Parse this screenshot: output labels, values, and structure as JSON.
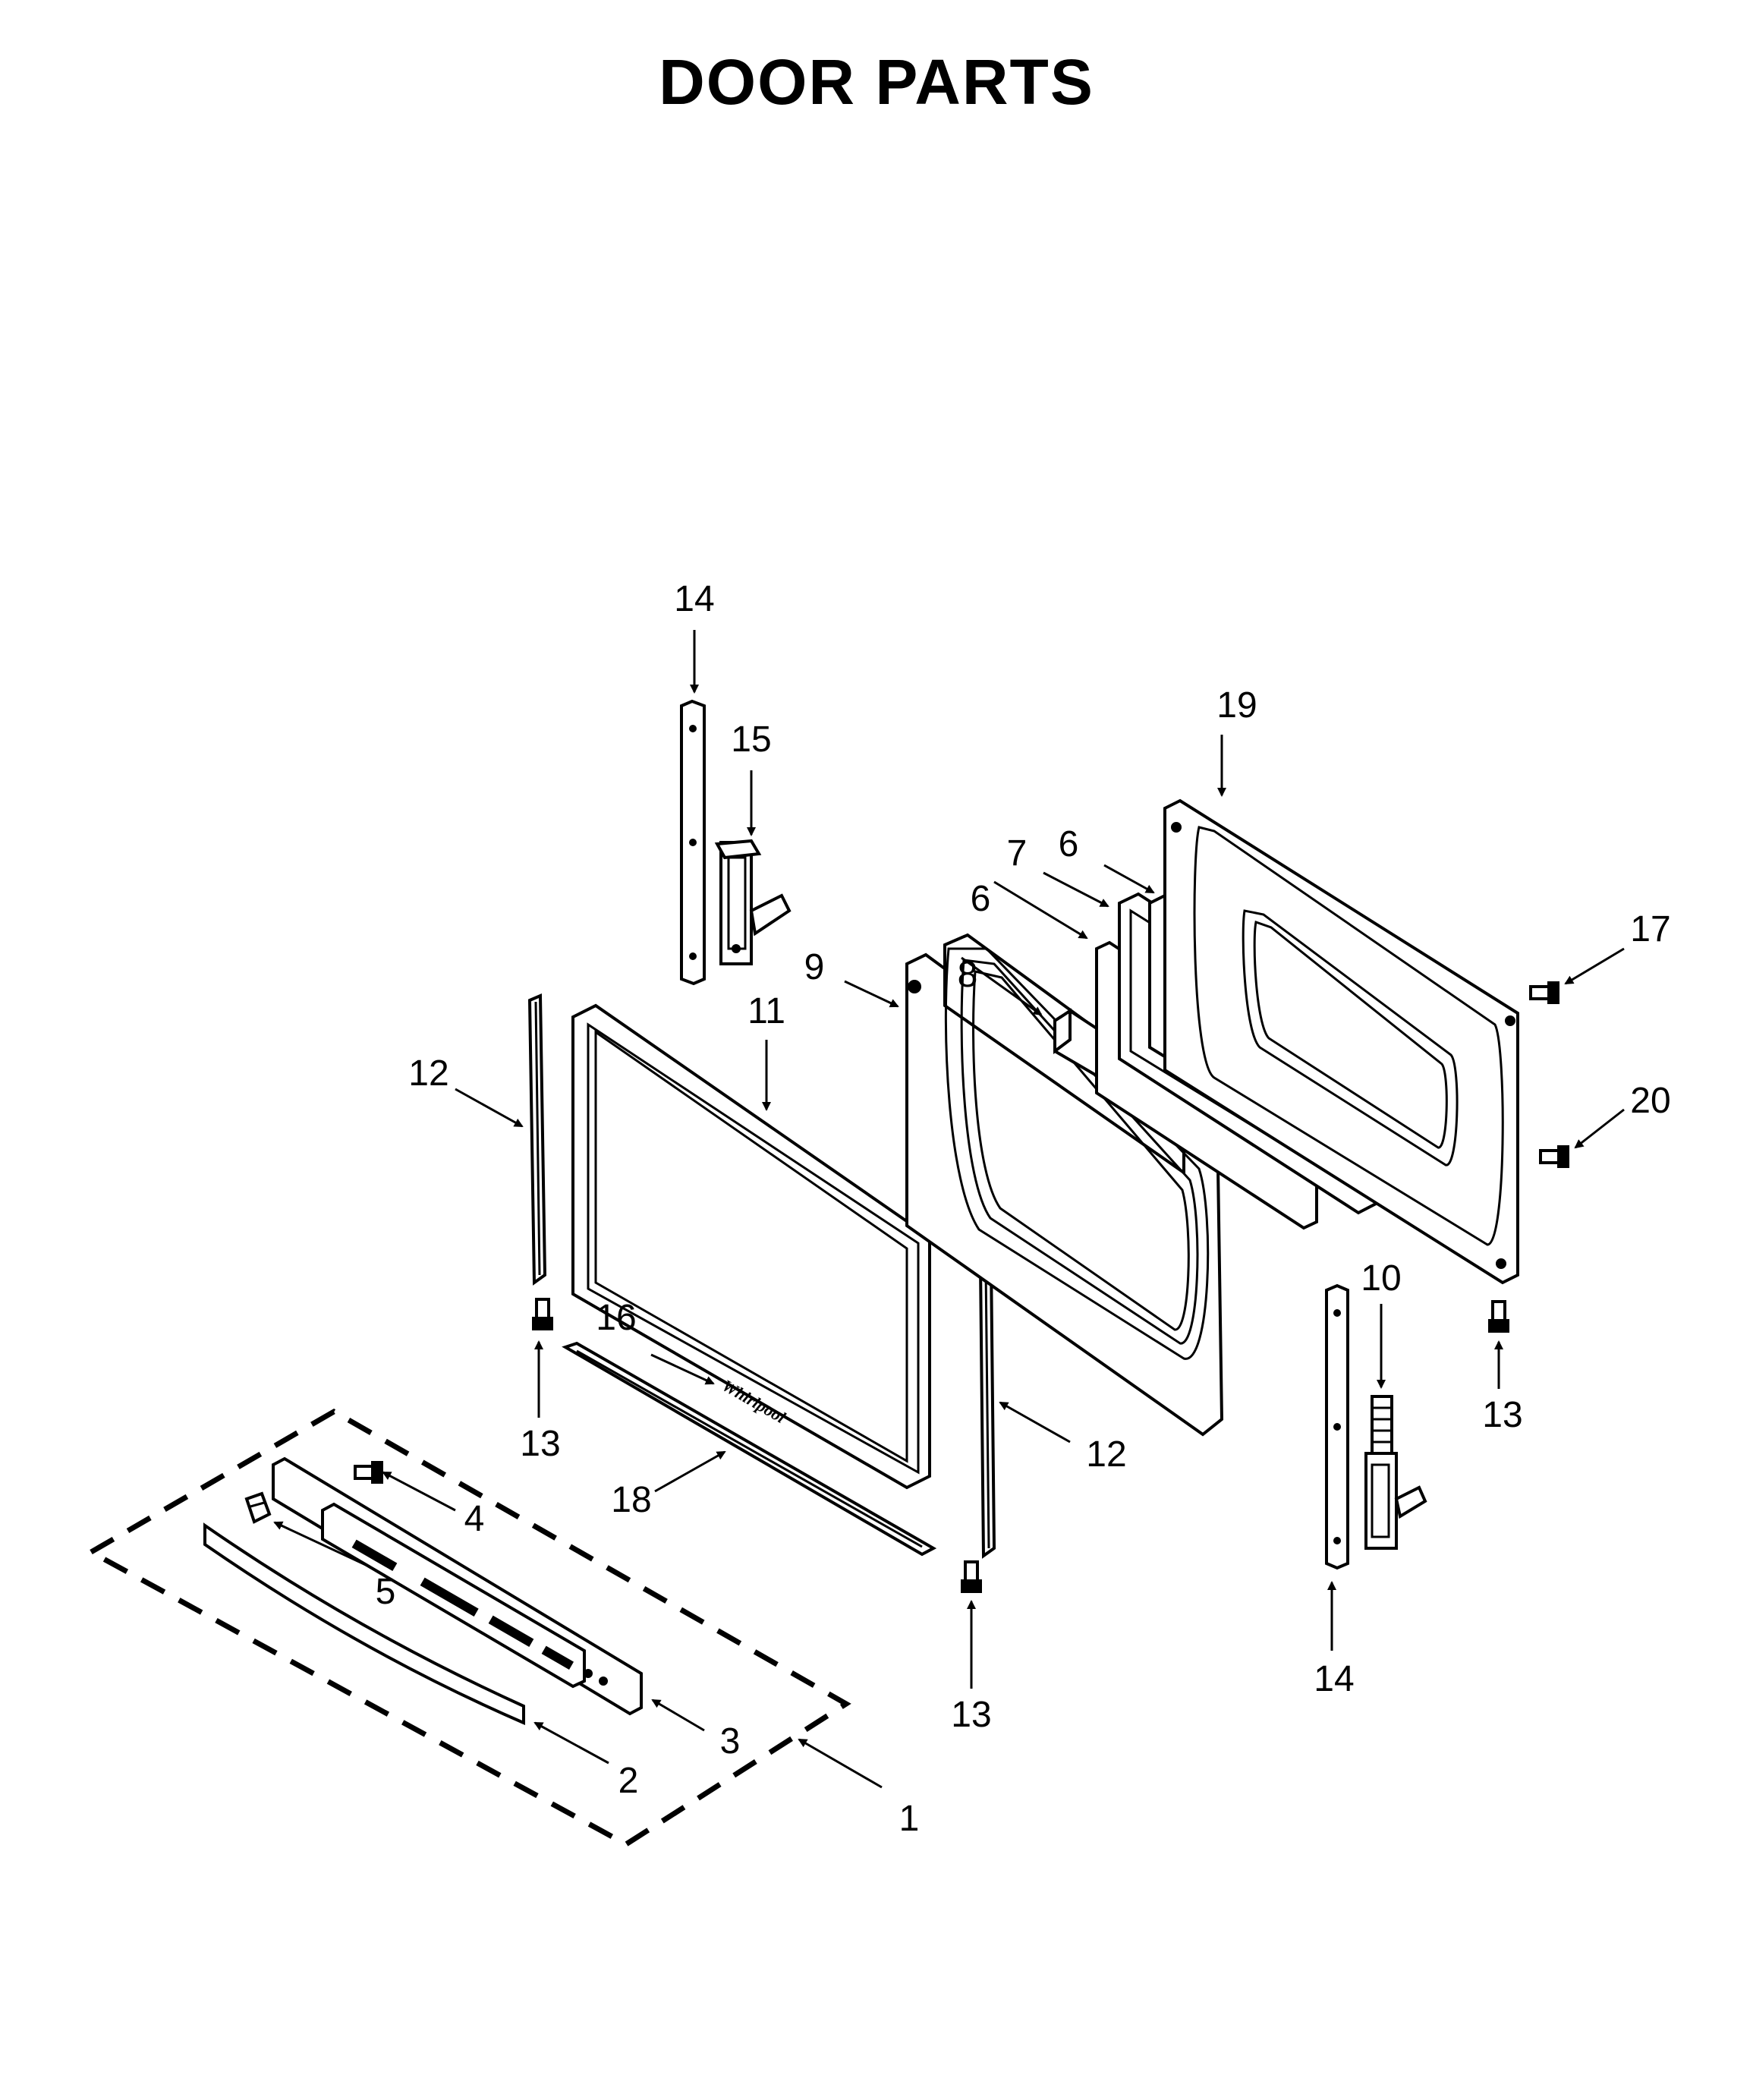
{
  "title": "DOOR PARTS",
  "brand_logo": "Whirlpool",
  "callouts": {
    "c1": "1",
    "c2": "2",
    "c3": "3",
    "c4": "4",
    "c5": "5",
    "c6a": "6",
    "c6b": "6",
    "c7": "7",
    "c8": "8",
    "c9": "9",
    "c10": "10",
    "c11": "11",
    "c12a": "12",
    "c12b": "12",
    "c13a": "13",
    "c13b": "13",
    "c13c": "13",
    "c14a": "14",
    "c14b": "14",
    "c15": "15",
    "c16": "16",
    "c17": "17",
    "c18": "18",
    "c19": "19",
    "c20": "20"
  }
}
